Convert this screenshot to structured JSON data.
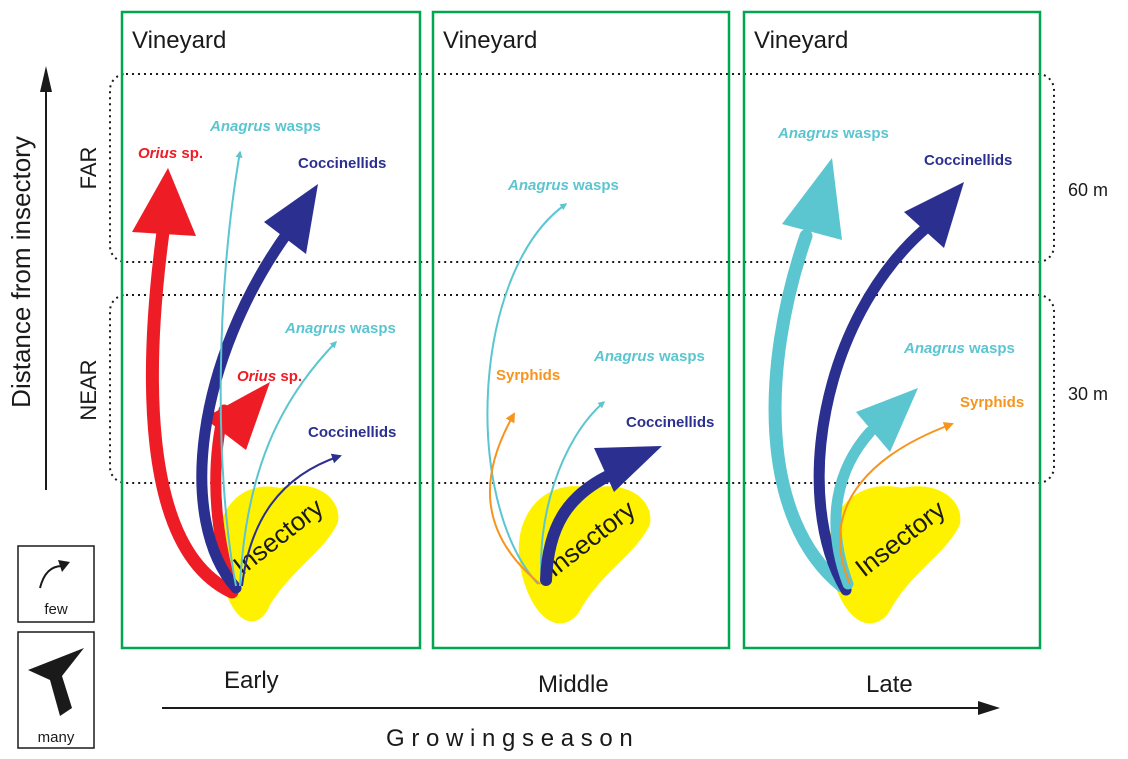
{
  "colors": {
    "orius": "#ee1c25",
    "anagrus": "#5bc5d0",
    "coccinellids": "#2b3090",
    "syrphids": "#f7941d",
    "insectory": "#fff200",
    "panel_border": "#00a650"
  },
  "y_axis": {
    "title": "Distance from insectory",
    "far": "FAR",
    "near": "NEAR"
  },
  "distances": {
    "far": "60 m",
    "near": "30 m"
  },
  "x_axis": {
    "title": "G r o w i n g s e a s o n"
  },
  "legend": {
    "few": "few",
    "many": "many"
  },
  "panels": [
    {
      "title": "Vineyard",
      "season": "Early",
      "insectory": "Insectory",
      "labels": [
        {
          "name": "Orius",
          "suffix": " sp.",
          "group": "orius",
          "zone": "far"
        },
        {
          "name": "Anagrus",
          "suffix": " wasps",
          "group": "anagrus",
          "zone": "far"
        },
        {
          "name": "Coccinellids",
          "suffix": "",
          "group": "coccinellids",
          "zone": "far"
        },
        {
          "name": "Anagrus",
          "suffix": " wasps",
          "group": "anagrus",
          "zone": "near"
        },
        {
          "name": "Orius",
          "suffix": " sp.",
          "group": "orius",
          "zone": "near"
        },
        {
          "name": "Coccinellids",
          "suffix": "",
          "group": "coccinellids",
          "zone": "near"
        }
      ]
    },
    {
      "title": "Vineyard",
      "season": "Middle",
      "insectory": "Insectory",
      "labels": [
        {
          "name": "Anagrus",
          "suffix": " wasps",
          "group": "anagrus",
          "zone": "far"
        },
        {
          "name": "Syrphids",
          "suffix": "",
          "group": "syrphids",
          "zone": "near"
        },
        {
          "name": "Anagrus",
          "suffix": " wasps",
          "group": "anagrus",
          "zone": "near"
        },
        {
          "name": "Coccinellids",
          "suffix": "",
          "group": "coccinellids",
          "zone": "near"
        }
      ]
    },
    {
      "title": "Vineyard",
      "season": "Late",
      "insectory": "Insectory",
      "labels": [
        {
          "name": "Anagrus",
          "suffix": " wasps",
          "group": "anagrus",
          "zone": "far"
        },
        {
          "name": "Coccinellids",
          "suffix": "",
          "group": "coccinellids",
          "zone": "far"
        },
        {
          "name": "Anagrus",
          "suffix": " wasps",
          "group": "anagrus",
          "zone": "near"
        },
        {
          "name": "Syrphids",
          "suffix": "",
          "group": "syrphids",
          "zone": "near"
        }
      ]
    }
  ]
}
